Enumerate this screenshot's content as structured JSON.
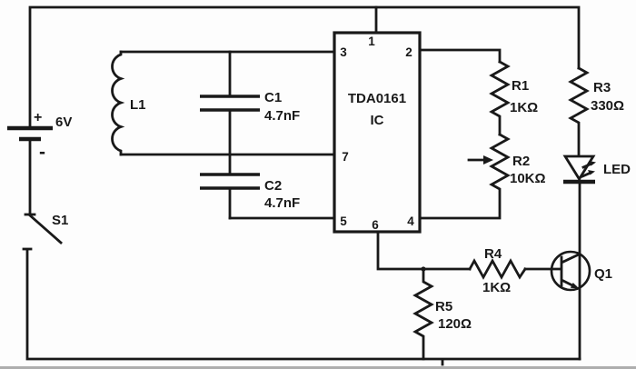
{
  "diagram_type": "circuit-schematic",
  "colors": {
    "wire": "#191919",
    "background": "#fdfdfd",
    "text": "#191919"
  },
  "components": {
    "battery": {
      "label": "6V",
      "plus": "+",
      "minus": "-"
    },
    "switch": {
      "label": "S1"
    },
    "l1": {
      "label": "L1"
    },
    "c1": {
      "label": "C1",
      "value": "4.7nF"
    },
    "c2": {
      "label": "C2",
      "value": "4.7nF"
    },
    "ic": {
      "part": "TDA0161",
      "label": "IC",
      "pins": {
        "p1": "1",
        "p2": "2",
        "p3": "3",
        "p4": "4",
        "p5": "5",
        "p6": "6",
        "p7": "7"
      }
    },
    "r1": {
      "label": "R1",
      "value": "1KΩ"
    },
    "r2": {
      "label": "R2",
      "value": "10KΩ"
    },
    "r3": {
      "label": "R3",
      "value": "330Ω"
    },
    "r4": {
      "label": "R4",
      "value": "1KΩ"
    },
    "r5": {
      "label": "R5",
      "value": "120Ω"
    },
    "led": {
      "label": "LED"
    },
    "q1": {
      "label": "Q1"
    }
  }
}
